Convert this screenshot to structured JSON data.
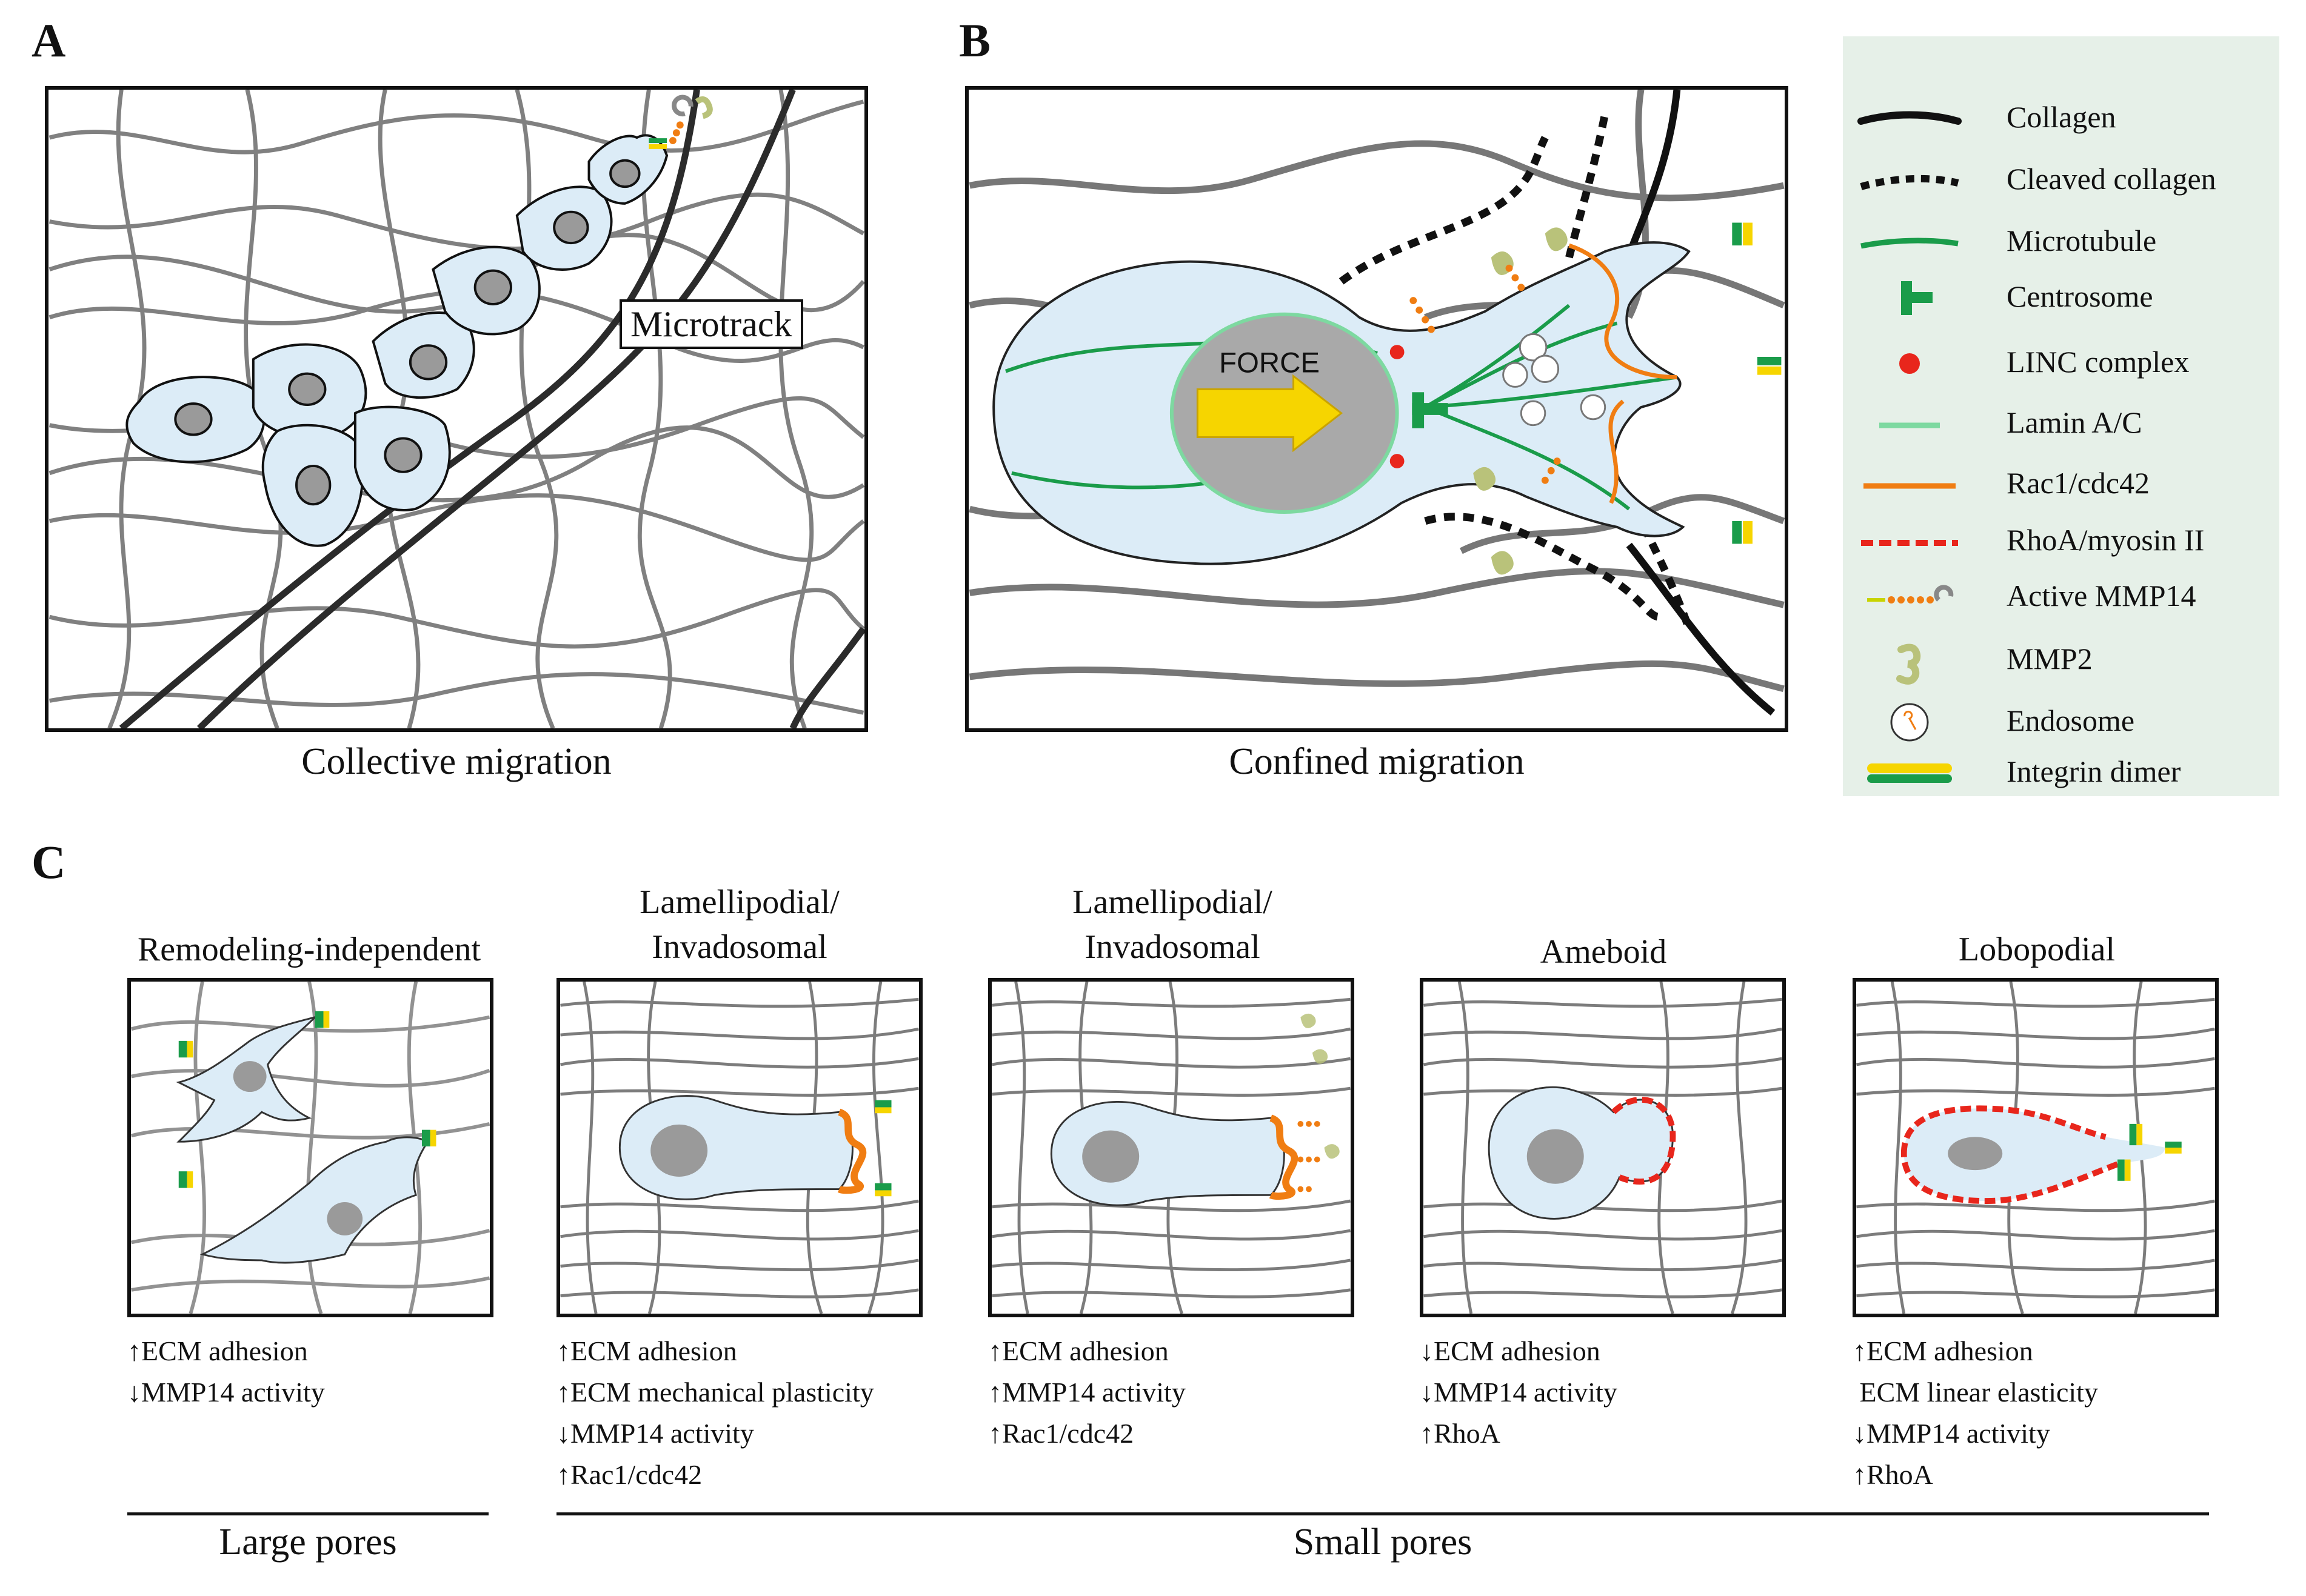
{
  "panels": {
    "a": {
      "letter": "A",
      "caption": "Collective migration",
      "microtrack_label": "Microtrack"
    },
    "b": {
      "letter": "B",
      "caption": "Confined migration",
      "force_label": "FORCE"
    },
    "c": {
      "letter": "C"
    }
  },
  "legend": {
    "items": [
      {
        "label": "Collagen",
        "icon": "collagen-line-icon"
      },
      {
        "label": "Cleaved collagen",
        "icon": "cleaved-collagen-icon"
      },
      {
        "label": "Microtubule",
        "icon": "microtubule-icon"
      },
      {
        "label": "Centrosome",
        "icon": "centrosome-icon"
      },
      {
        "label": "LINC complex",
        "icon": "linc-complex-icon"
      },
      {
        "label": "Lamin A/C",
        "icon": "lamin-icon"
      },
      {
        "label": "Rac1/cdc42",
        "icon": "rac1-cdc42-icon"
      },
      {
        "label": "RhoA/myosin II",
        "icon": "rhoa-myosin-icon"
      },
      {
        "label": "Active MMP14",
        "icon": "mmp14-icon"
      },
      {
        "label": "MMP2",
        "icon": "mmp2-icon"
      },
      {
        "label": "Endosome",
        "icon": "endosome-icon"
      },
      {
        "label": "Integrin dimer",
        "icon": "integrin-dimer-icon"
      }
    ],
    "colors": {
      "background": "#e6f0e8",
      "cell_fill": "#dcecf7",
      "nucleus": "#9a9a9a",
      "microtubule": "#1a9c4a",
      "rac1": "#f07d12",
      "rhoa": "#e8261c",
      "linc": "#e8261c",
      "mmp2": "#b9c27a",
      "force_arrow": "#f6d500"
    }
  },
  "modes": [
    {
      "title_line1": "Remodeling-independent",
      "title_line2": "",
      "effects": [
        "↑ECM adhesion",
        "↓MMP14 activity"
      ]
    },
    {
      "title_line1": "Lamellipodial/",
      "title_line2": "Invadosomal",
      "effects": [
        "↑ECM adhesion",
        "↑ECM mechanical plasticity",
        "↓MMP14 activity",
        "↑Rac1/cdc42"
      ]
    },
    {
      "title_line1": "Lamellipodial/",
      "title_line2": "Invadosomal",
      "effects": [
        "↑ECM adhesion",
        "↑MMP14 activity",
        "↑Rac1/cdc42"
      ]
    },
    {
      "title_line1": "Ameboid",
      "title_line2": "",
      "effects": [
        "↓ECM adhesion",
        "↓MMP14 activity",
        "↑RhoA"
      ]
    },
    {
      "title_line1": "Lobopodial",
      "title_line2": "",
      "effects": [
        "↑ECM adhesion",
        " ECM linear elasticity",
        "↓MMP14 activity",
        "↑RhoA"
      ]
    }
  ],
  "pores": {
    "large": "Large pores",
    "small": "Small pores"
  }
}
